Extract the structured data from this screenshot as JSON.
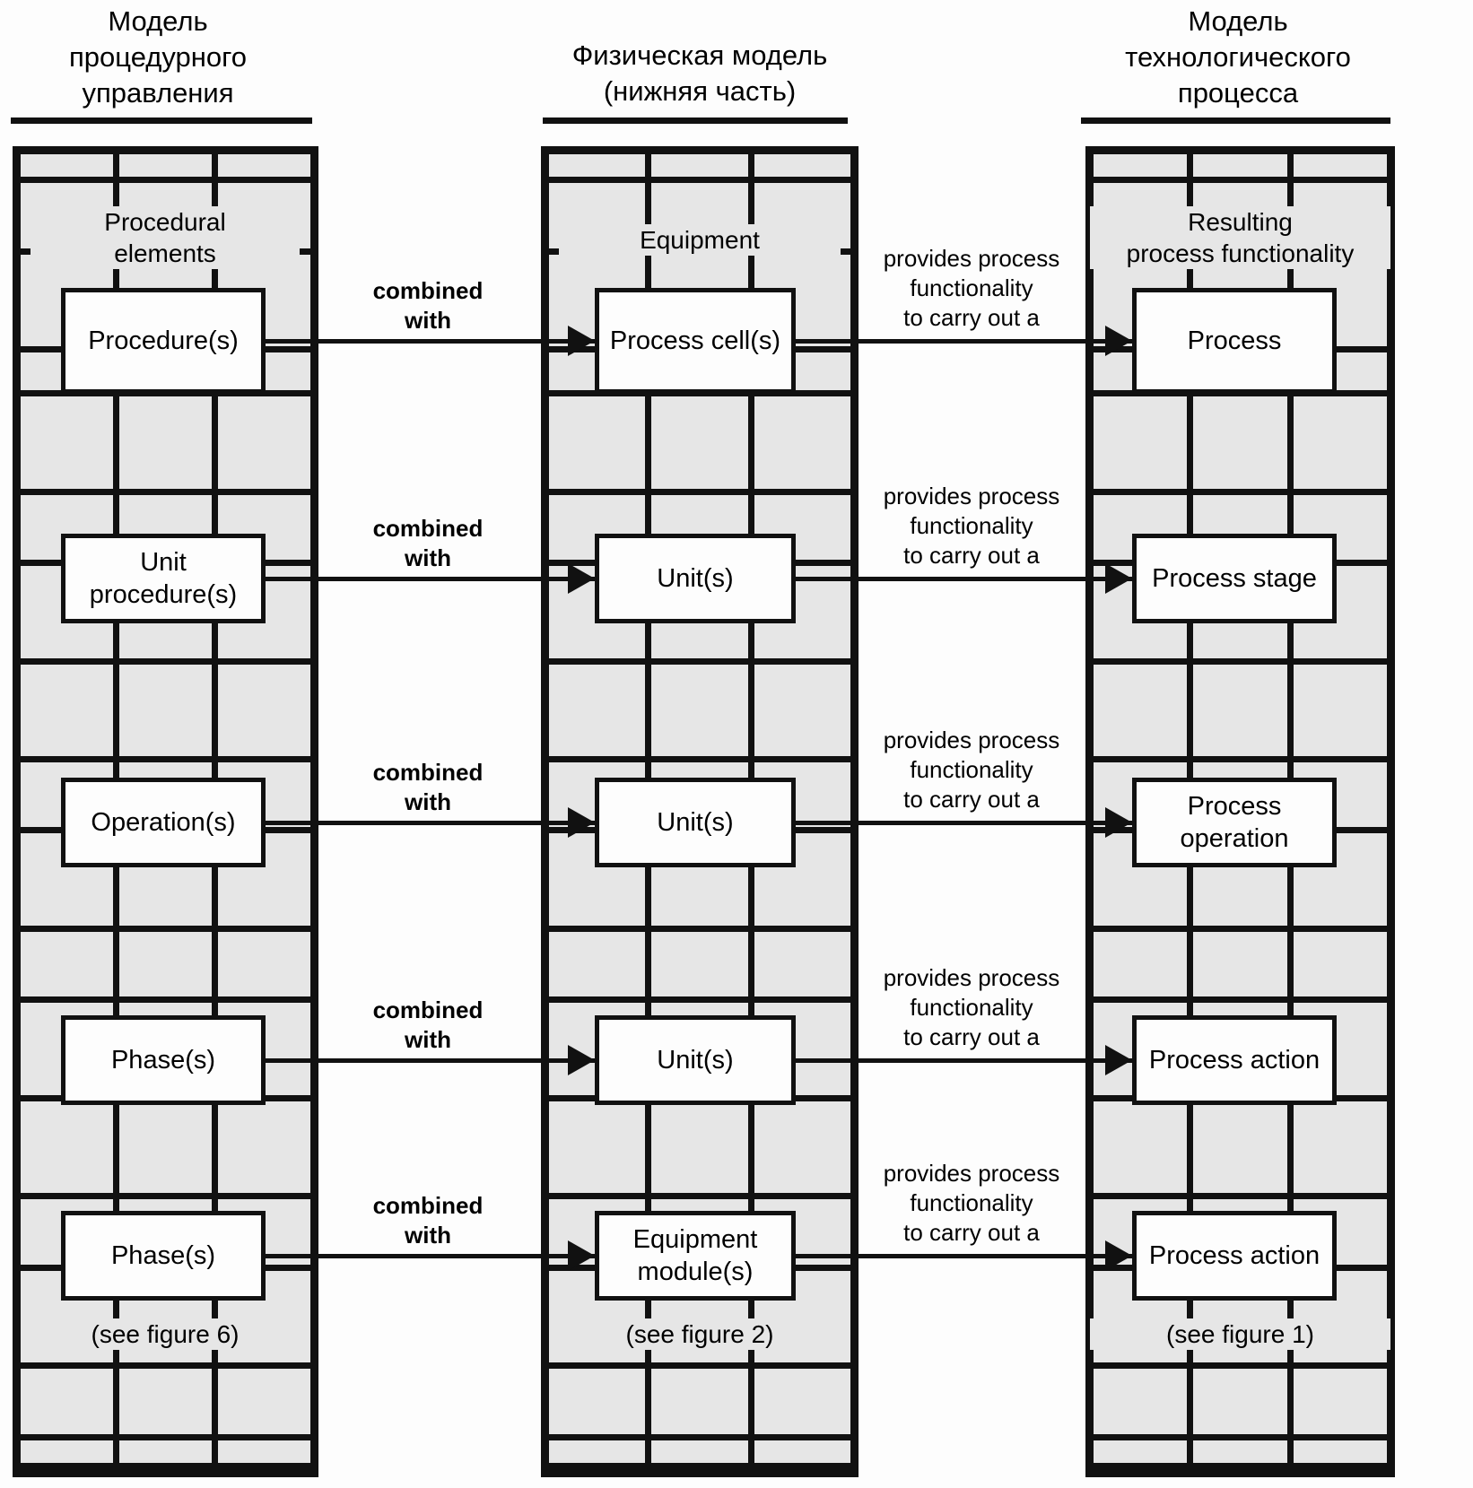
{
  "columns": [
    {
      "id": "procedural-control-model",
      "title": "Модель\nпроцедурного\nуправления",
      "panel_label": "Procedural\nelements",
      "footer": "(see figure 6)",
      "nodes": [
        {
          "id": "procedures",
          "label": "Procedure(s)"
        },
        {
          "id": "unit-procedures",
          "label": "Unit\nprocedure(s)"
        },
        {
          "id": "operations",
          "label": "Operation(s)"
        },
        {
          "id": "phases-1",
          "label": "Phase(s)"
        },
        {
          "id": "phases-2",
          "label": "Phase(s)"
        }
      ]
    },
    {
      "id": "physical-model",
      "title": "Физическая модель\n(нижняя часть)",
      "panel_label": "Equipment",
      "footer": "(see figure 2)",
      "nodes": [
        {
          "id": "process-cells",
          "label": "Process cell(s)"
        },
        {
          "id": "units-1",
          "label": "Unit(s)"
        },
        {
          "id": "units-2",
          "label": "Unit(s)"
        },
        {
          "id": "units-3",
          "label": "Unit(s)"
        },
        {
          "id": "equipment-modules",
          "label": "Equipment\nmodule(s)"
        }
      ]
    },
    {
      "id": "process-model",
      "title": "Модель\nтехнологического\nпроцесса",
      "panel_label": "Resulting\nprocess functionality",
      "footer": "(see figure 1)",
      "nodes": [
        {
          "id": "process",
          "label": "Process"
        },
        {
          "id": "process-stage",
          "label": "Process stage"
        },
        {
          "id": "process-operation",
          "label": "Process\noperation"
        },
        {
          "id": "process-action-1",
          "label": "Process action"
        },
        {
          "id": "process-action-2",
          "label": "Process action"
        }
      ]
    }
  ],
  "edges": {
    "left_label": "combined\nwith",
    "right_label": "provides process\nfunctionality\nto carry out a",
    "left_labels": [
      "combined\nwith",
      "combined\nwith",
      "combined\nwith",
      "combined\nwith",
      "combined\nwith"
    ],
    "right_labels": [
      "provides process\nfunctionality\nto carry out a",
      "provides process\nfunctionality\nto carry out a",
      "provides process\nfunctionality\nto carry out a",
      "provides process\nfunctionality\nto carry out a",
      "provides process\nfunctionality\nto carry out a"
    ]
  },
  "colors": {
    "cell_fill": "#e6e6e6",
    "line": "#111111",
    "node_fill": "#fdfdfd",
    "background": "#fdfdfd"
  }
}
